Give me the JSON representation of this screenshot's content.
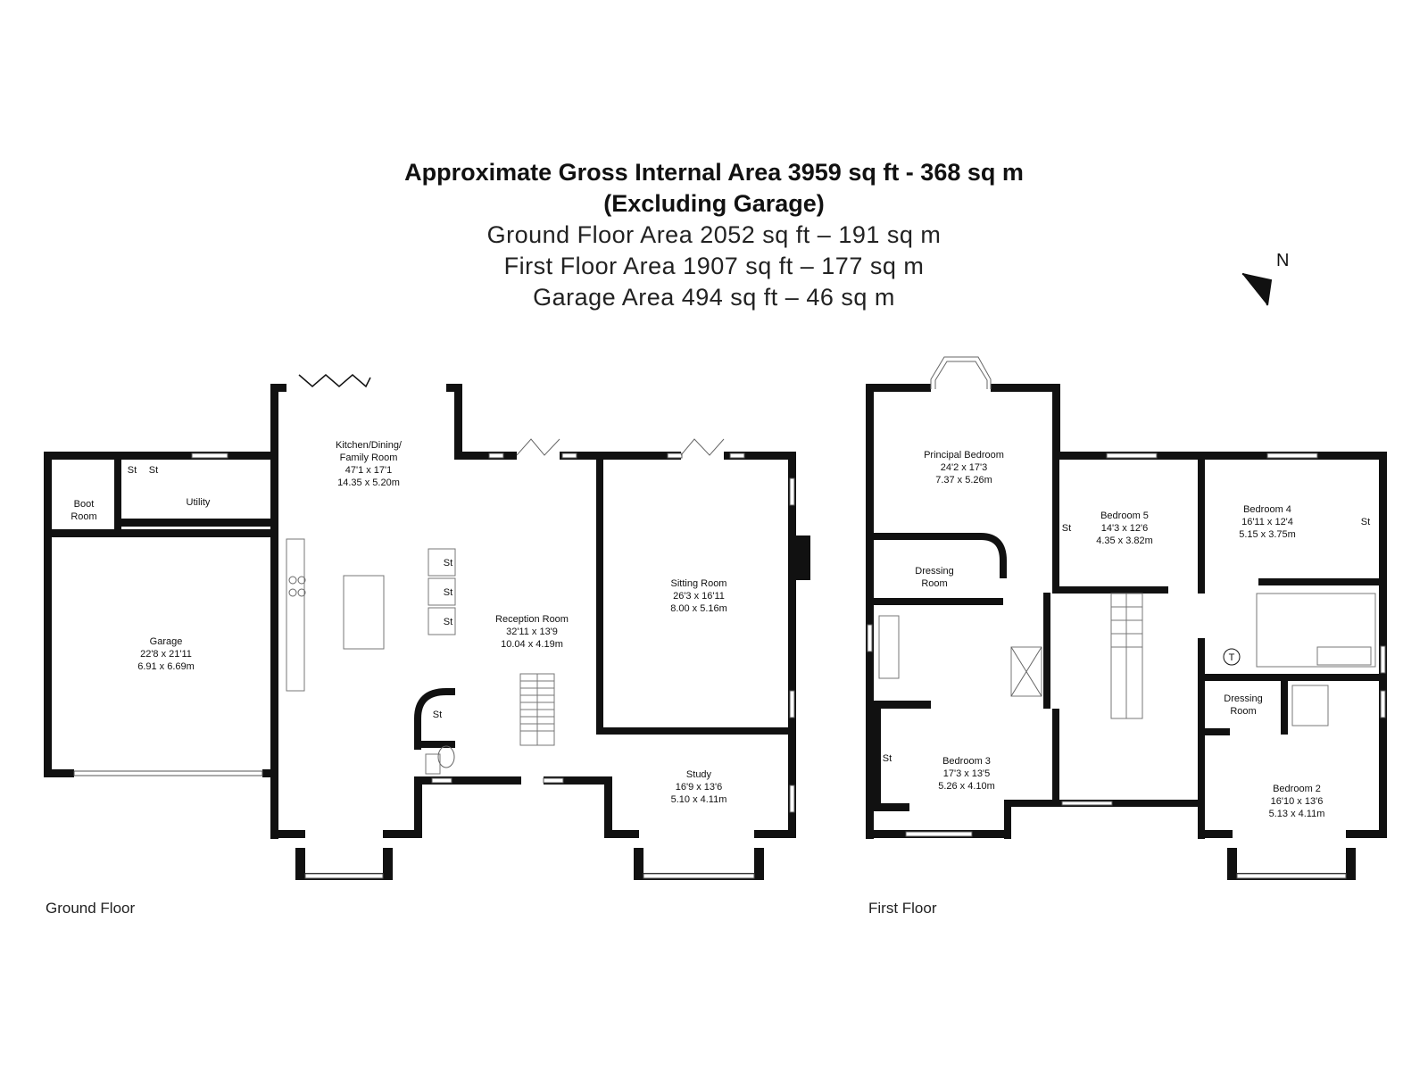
{
  "header": {
    "line1": "Approximate Gross Internal Area 3959 sq ft - 368 sq m",
    "line2": "(Excluding Garage)",
    "line3": "Ground Floor Area 2052 sq ft – 191 sq m",
    "line4": "First Floor Area 1907 sq ft – 177 sq m",
    "line5": "Garage Area 494 sq ft – 46 sq m"
  },
  "north": "N",
  "ground_floor": {
    "label": "Ground Floor",
    "rooms": {
      "boot": {
        "name1": "Boot",
        "name2": "Room"
      },
      "utility": {
        "name": "Utility"
      },
      "garage": {
        "name": "Garage",
        "imperial": "22'8 x 21'11",
        "metric": "6.91 x 6.69m"
      },
      "kitchen": {
        "name1": "Kitchen/Dining/",
        "name2": "Family Room",
        "imperial": "47'1 x 17'1",
        "metric": "14.35 x 5.20m"
      },
      "reception": {
        "name": "Reception Room",
        "imperial": "32'11 x 13'9",
        "metric": "10.04 x 4.19m"
      },
      "sitting": {
        "name": "Sitting Room",
        "imperial": "26'3 x 16'11",
        "metric": "8.00 x 5.16m"
      },
      "study": {
        "name": "Study",
        "imperial": "16'9 x 13'6",
        "metric": "5.10 x 4.11m"
      }
    },
    "store": "St"
  },
  "first_floor": {
    "label": "First Floor",
    "rooms": {
      "principal": {
        "name": "Principal Bedroom",
        "imperial": "24'2 x 17'3",
        "metric": "7.37 x 5.26m"
      },
      "dressing1": {
        "name1": "Dressing",
        "name2": "Room"
      },
      "bed5": {
        "name": "Bedroom 5",
        "imperial": "14'3 x 12'6",
        "metric": "4.35 x 3.82m"
      },
      "bed4": {
        "name": "Bedroom 4",
        "imperial": "16'11 x 12'4",
        "metric": "5.15 x 3.75m"
      },
      "bed3": {
        "name": "Bedroom 3",
        "imperial": "17'3 x 13'5",
        "metric": "5.26 x 4.10m"
      },
      "bed2": {
        "name": "Bedroom 2",
        "imperial": "16'10 x 13'6",
        "metric": "5.13 x 4.11m"
      },
      "dressing2": {
        "name1": "Dressing",
        "name2": "Room"
      }
    },
    "store": "St",
    "tank": "T"
  }
}
